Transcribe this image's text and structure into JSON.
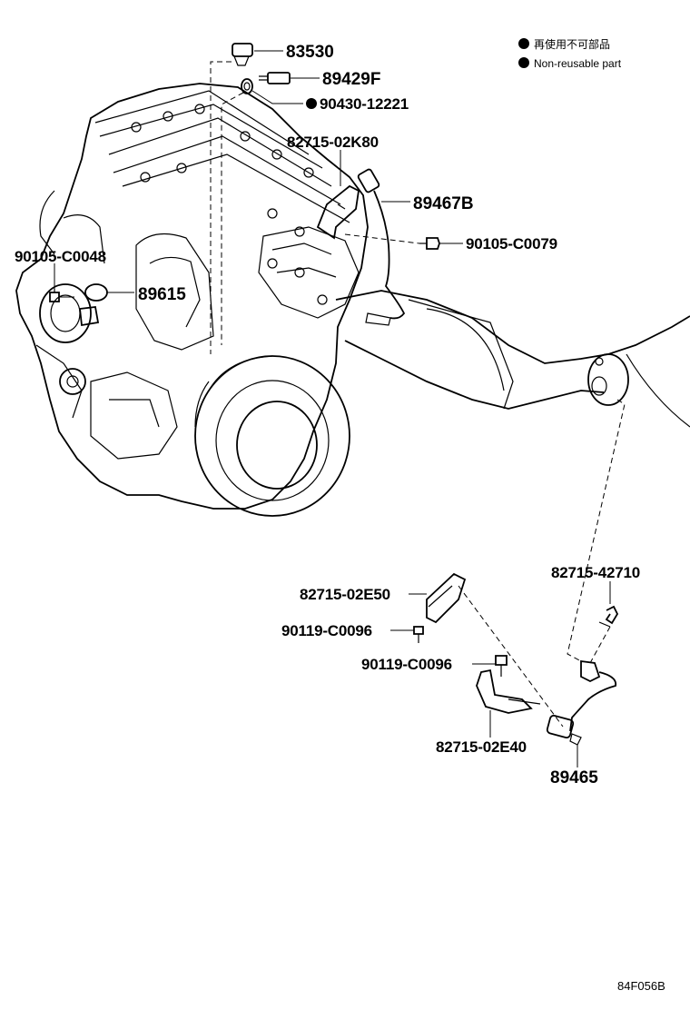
{
  "legend": {
    "reuse_jp": "再使用不可部品",
    "reuse_en": "Non-reusable part"
  },
  "parts": {
    "p83530": "83530",
    "p89429F": "89429F",
    "p90430": "90430-12221",
    "p82715_02K80": "82715-02K80",
    "p89467B": "89467B",
    "p90105_C0079": "90105-C0079",
    "p90105_C0048": "90105-C0048",
    "p89615": "89615",
    "p82715_42710": "82715-42710",
    "p82715_02E50": "82715-02E50",
    "p90119_C0096_a": "90119-C0096",
    "p90119_C0096_b": "90119-C0096",
    "p82715_02E40": "82715-02E40",
    "p89465": "89465"
  },
  "non_reusable": [
    "90430-12221"
  ],
  "diagram_code": "84F056B"
}
